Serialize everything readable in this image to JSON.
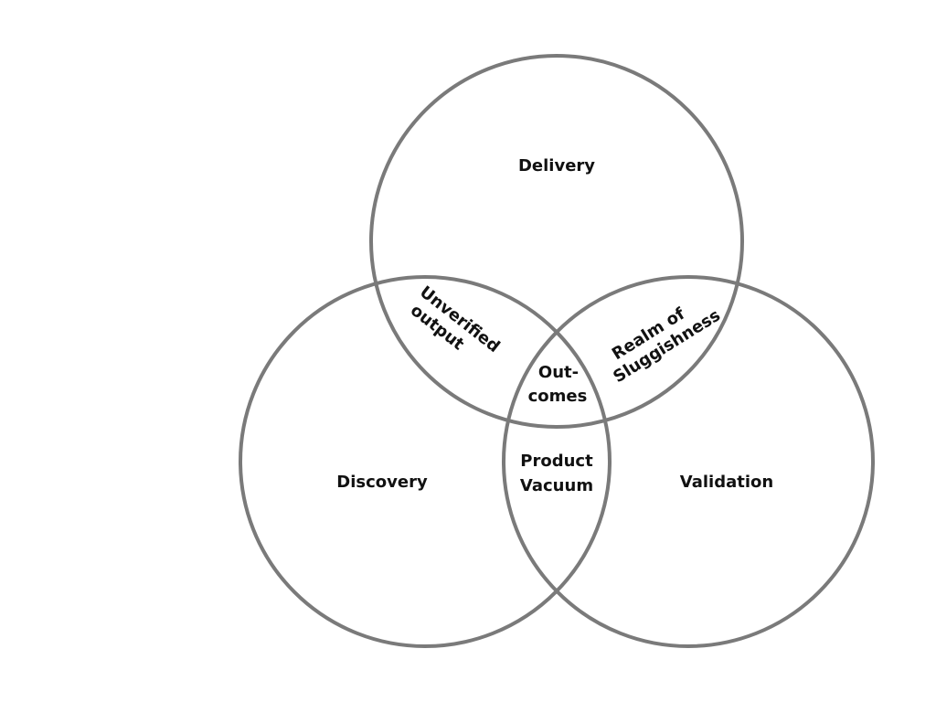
{
  "diagram": {
    "type": "venn",
    "sets": [
      {
        "id": "delivery",
        "label": "Delivery"
      },
      {
        "id": "discovery",
        "label": "Discovery"
      },
      {
        "id": "validation",
        "label": "Validation"
      }
    ],
    "intersections": {
      "delivery_discovery": [
        "Unverified",
        "output"
      ],
      "delivery_validation": [
        "Realm of",
        "Sluggishness"
      ],
      "discovery_validation": [
        "Product",
        "Vacuum"
      ],
      "all": [
        "Out-",
        "comes"
      ]
    },
    "stroke_color": "#7a7a7a",
    "text_color": "#111111"
  }
}
